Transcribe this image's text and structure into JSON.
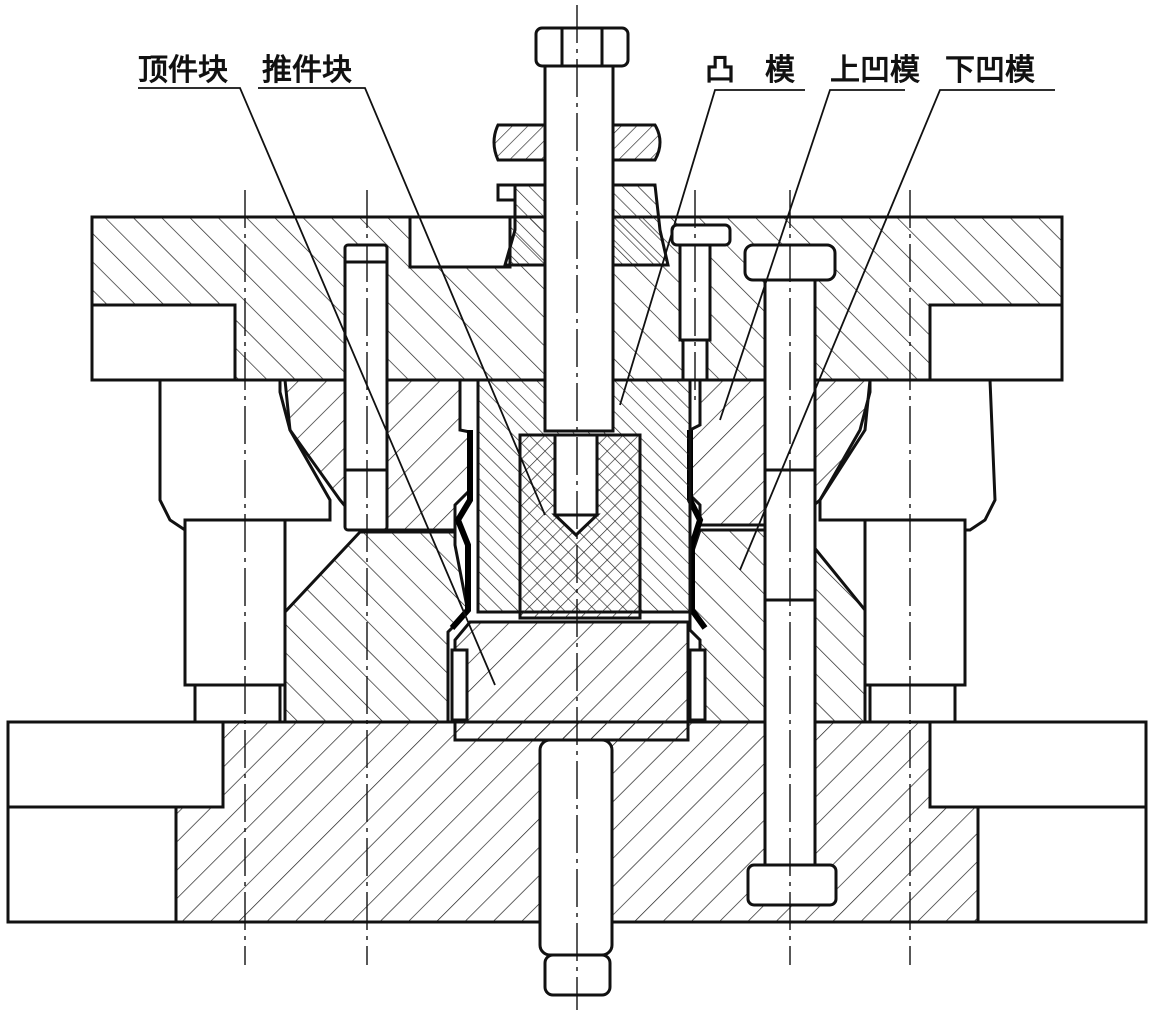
{
  "labels": {
    "ejector_block": "顶件块",
    "pusher_block": "推件块",
    "punch": "凸　模",
    "upper_die": "上凹模",
    "lower_die": "下凹模"
  },
  "colors": {
    "line": "#111111",
    "hatch": "#222222",
    "background": "#ffffff"
  }
}
